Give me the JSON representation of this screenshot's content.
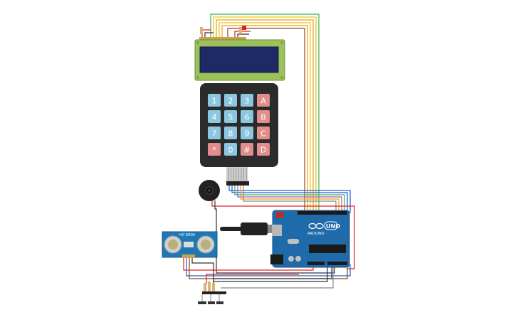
{
  "canvas": {
    "background": "#ffffff"
  },
  "lcd": {
    "body_color": "#9cc05a",
    "screen_color": "#1d2a63"
  },
  "keypad": {
    "keys": [
      "1",
      "2",
      "3",
      "A",
      "4",
      "5",
      "6",
      "B",
      "7",
      "8",
      "9",
      "C",
      "*",
      "0",
      "#",
      "D"
    ],
    "digit_color": "#8cc6e0",
    "letter_color": "#e38c8c",
    "body_color": "#2b2b2b"
  },
  "arduino": {
    "board_color": "#1f6aa8",
    "logo_text": "UNO",
    "brand_text": "ARDUINO"
  },
  "ultrasonic": {
    "board_color": "#1f78b4",
    "label": "HC-SR04"
  },
  "buzzer": {
    "color": "#222222"
  },
  "wire_colors": {
    "red": "#e02020",
    "green": "#3cb043",
    "orange": "#f39c12",
    "yellow": "#e6c619",
    "blue": "#1f5fd6",
    "purple": "#9b59b6",
    "brown": "#8b4513",
    "black": "#333333",
    "gray": "#888888"
  }
}
